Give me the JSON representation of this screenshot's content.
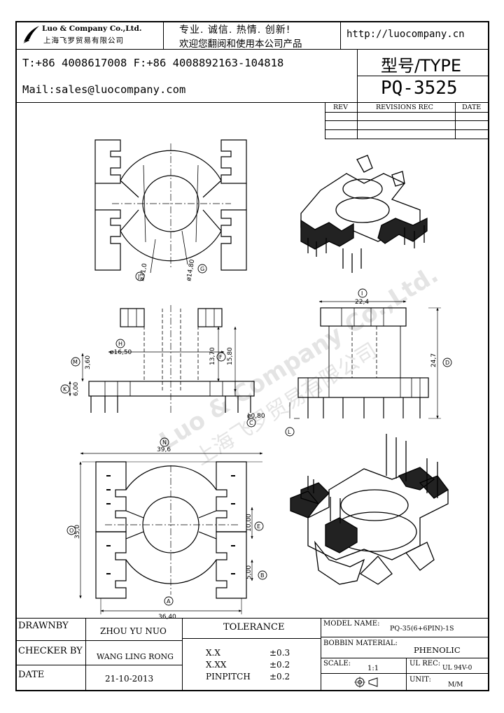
{
  "header": {
    "company_en": "Luo & Company Co.,Ltd.",
    "company_cn": "上海飞罗贸易有限公司",
    "slogan1": "专业. 诚信. 热情. 创新!",
    "slogan2": "欢迎您翻阅和使用本公司产品",
    "website": "http://luocompany.cn",
    "phone_fax": "T:+86 4008617008 F:+86 4008892163-104818",
    "mail": "Mail:sales@luocompany.com",
    "type_label": "型号/TYPE",
    "type_value": "PQ-3525"
  },
  "revisions": {
    "headers": [
      "REV",
      "REVISIONS REC",
      "DATE"
    ]
  },
  "drawing": {
    "labels": {
      "dia31": "ø31,0",
      "J": "J",
      "dia14": "ø14,80",
      "G": "G",
      "I": "I",
      "dim22": "22,4",
      "H": "H",
      "dia16": "ø16,50",
      "dim13": "13,70",
      "dim15": "15,80",
      "F": "F",
      "M": "M",
      "dim3": "3,60",
      "K": "K",
      "dim6": "6,00",
      "dia08": "ø0,80",
      "C": "C",
      "dim24": "24,7",
      "D": "D",
      "L": "L",
      "N": "N",
      "dim39": "39,6",
      "O": "O",
      "dim35": "35,0",
      "dim10": "10,00",
      "E": "E",
      "dim5": "5,00",
      "B": "B",
      "A": "A",
      "dim36": "36,40"
    },
    "watermark1": "Luo & Company Co.,Ltd.",
    "watermark2": "上海飞罗贸易有限公司"
  },
  "footer": {
    "drawnby_label": "DRAWNBY",
    "drawnby_value": "ZHOU YU NUO",
    "checker_label": "CHECKER BY",
    "checker_value": "WANG LING RONG",
    "date_label": "DATE",
    "date_value": "21-10-2013",
    "tolerance_label": "TOLERANCE",
    "tol1_label": "X.X",
    "tol1_value": "±0.3",
    "tol2_label": "X.XX",
    "tol2_value": "±0.2",
    "tol3_label": "PINPITCH",
    "tol3_value": "±0.2",
    "model_label": "MODEL NAME:",
    "model_value": "PQ-35(6+6PIN)-1S",
    "bobbin_label": "BOBBIN MATERIAL:",
    "bobbin_value": "PHENOLIC",
    "scale_label": "SCALE:",
    "scale_value": "1:1",
    "ulrec_label": "UL REC:",
    "ulrec_value": "UL 94V-0",
    "unit_label": "UNIT:",
    "unit_value": "M/M"
  }
}
